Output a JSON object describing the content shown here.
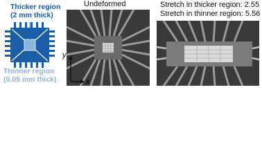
{
  "schematic": {
    "thicker_label": "Thicker region",
    "thicker_sub": "(2 mm thick)",
    "thinner_label": "Thinner region",
    "thinner_sub": "(0.05 mm thick)",
    "colors": {
      "thick": "#1a5ea8",
      "thin": "#8ab4e0"
    }
  },
  "photos": {
    "undeformed_label": "Undeformed",
    "stretch_thicker": "Stretch in thicker region:  2.55",
    "stretch_thinner": "Stretch in thinner region:  5.56"
  },
  "axes": {
    "y": "y",
    "x": "x"
  }
}
